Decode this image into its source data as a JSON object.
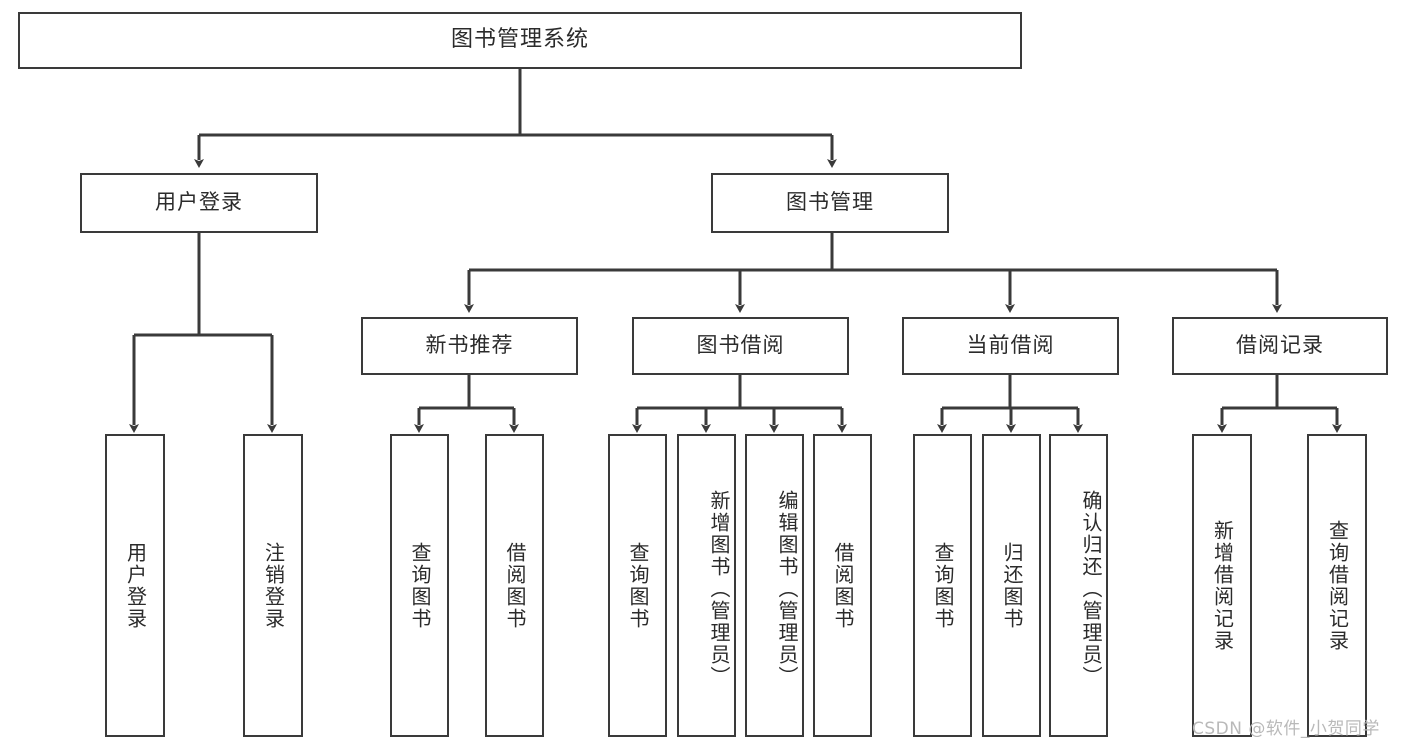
{
  "diagram": {
    "title": "图书管理系统",
    "background_color": "#ffffff",
    "line_color": "#3a3a3a",
    "text_color": "#2b2b2b"
  },
  "root": {
    "label": "图书管理系统"
  },
  "level2": [
    {
      "label": "用户登录"
    },
    {
      "label": "图书管理"
    }
  ],
  "level3": [
    {
      "label": "新书推荐"
    },
    {
      "label": "图书借阅"
    },
    {
      "label": "当前借阅"
    },
    {
      "label": "借阅记录"
    }
  ],
  "leaves": {
    "user_login": [
      {
        "label": "用户登录"
      },
      {
        "label": "注销登录"
      }
    ],
    "new_book_recommend": [
      {
        "label": "查询图书"
      },
      {
        "label": "借阅图书"
      }
    ],
    "book_borrow": [
      {
        "label": "查询图书"
      },
      {
        "label": "新增图书（管理员）"
      },
      {
        "label": "编辑图书（管理员）"
      },
      {
        "label": "借阅图书"
      }
    ],
    "current_borrow": [
      {
        "label": "查询图书"
      },
      {
        "label": "归还图书"
      },
      {
        "label": "确认归还（管理员）"
      }
    ],
    "borrow_record": [
      {
        "label": "新增借阅记录"
      },
      {
        "label": "查询借阅记录"
      }
    ]
  },
  "watermark": {
    "text": "CSDN @软件_小贺同学",
    "color": "#b9b9b9"
  }
}
